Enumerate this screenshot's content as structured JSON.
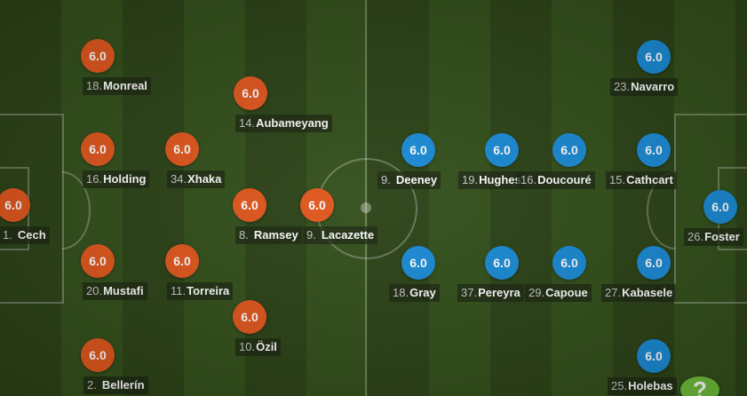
{
  "home": {
    "color": "#e2571d",
    "players": [
      {
        "number": "18.",
        "name": "Monreal",
        "rating": "6.0"
      },
      {
        "number": "14.",
        "name": "Aubameyang",
        "rating": "6.0"
      },
      {
        "number": "16.",
        "name": "Holding",
        "rating": "6.0"
      },
      {
        "number": "34.",
        "name": "Xhaka",
        "rating": "6.0"
      },
      {
        "number": "1.",
        "name": "Cech",
        "rating": "6.0"
      },
      {
        "number": "8.",
        "name": "Ramsey",
        "rating": "6.0"
      },
      {
        "number": "9.",
        "name": "Lacazette",
        "rating": "6.0"
      },
      {
        "number": "20.",
        "name": "Mustafi",
        "rating": "6.0"
      },
      {
        "number": "11.",
        "name": "Torreira",
        "rating": "6.0"
      },
      {
        "number": "10.",
        "name": "Özil",
        "rating": "6.0"
      },
      {
        "number": "2.",
        "name": "Bellerín",
        "rating": "6.0"
      }
    ]
  },
  "away": {
    "color": "#1a8bd6",
    "players": [
      {
        "number": "23.",
        "name": "Navarro",
        "rating": "6.0"
      },
      {
        "number": "9.",
        "name": "Deeney",
        "rating": "6.0"
      },
      {
        "number": "19.",
        "name": "Hughes",
        "rating": "6.0"
      },
      {
        "number": "16.",
        "name": "Doucouré",
        "rating": "6.0"
      },
      {
        "number": "15.",
        "name": "Cathcart",
        "rating": "6.0"
      },
      {
        "number": "26.",
        "name": "Foster",
        "rating": "6.0"
      },
      {
        "number": "18.",
        "name": "Gray",
        "rating": "6.0"
      },
      {
        "number": "37.",
        "name": "Pereyra",
        "rating": "6.0"
      },
      {
        "number": "29.",
        "name": "Capoue",
        "rating": "6.0"
      },
      {
        "number": "27.",
        "name": "Kabasele",
        "rating": "6.0"
      },
      {
        "number": "25.",
        "name": "Holebas",
        "rating": "6.0"
      }
    ]
  },
  "help": {
    "icon": "help-icon",
    "symbol": "?"
  }
}
